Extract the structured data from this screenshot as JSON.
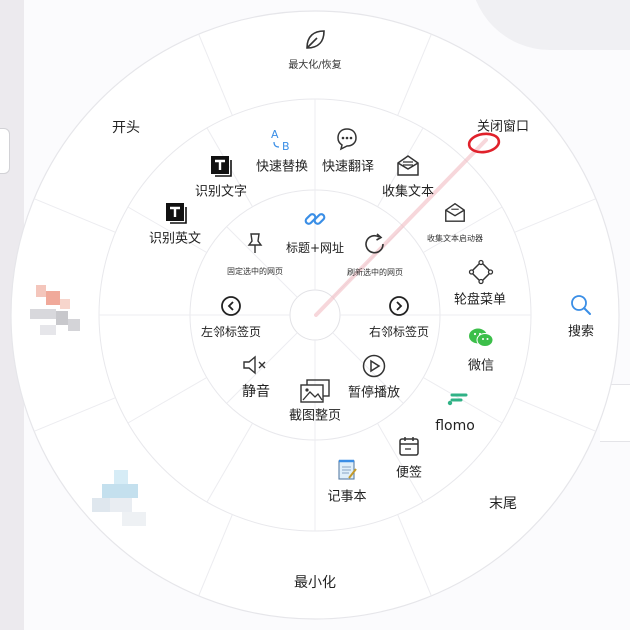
{
  "outer_ring": {
    "top": "最大化/恢复",
    "top_left": "开头",
    "top_right": "关闭窗口",
    "right": "搜索",
    "bottom_right": "末尾",
    "bottom": "最小化"
  },
  "middle_ring": {
    "quick_replace": "快速替换",
    "quick_translate": "快速翻译",
    "collect_text": "收集文本",
    "collect_text_launcher": "收集文本启动器",
    "wheel_menu": "轮盘菜单",
    "wechat": "微信",
    "flomo": "flomo",
    "sticky_note": "便签",
    "notepad": "记事本",
    "screenshot_page": "截图整页",
    "mute": "静音",
    "recognize_text": "识别文字",
    "recognize_english": "识别英文"
  },
  "inner_ring": {
    "title_url": "标题+网址",
    "refresh_selected": "刷新选中的网页",
    "right_tab": "右邻标签页",
    "pause_play": "暂停播放",
    "left_tab": "左邻标签页",
    "pin_selected": "固定选中的网页"
  },
  "colors": {
    "wheel_fill": "#ffffff",
    "divider": "#e6e6ea",
    "annotation_red": "#e0212b",
    "trail": "#f2b8bf",
    "accent_blue": "#3a8ee6",
    "wechat_green": "#3cbf4a",
    "flomo_green": "#30b286"
  }
}
